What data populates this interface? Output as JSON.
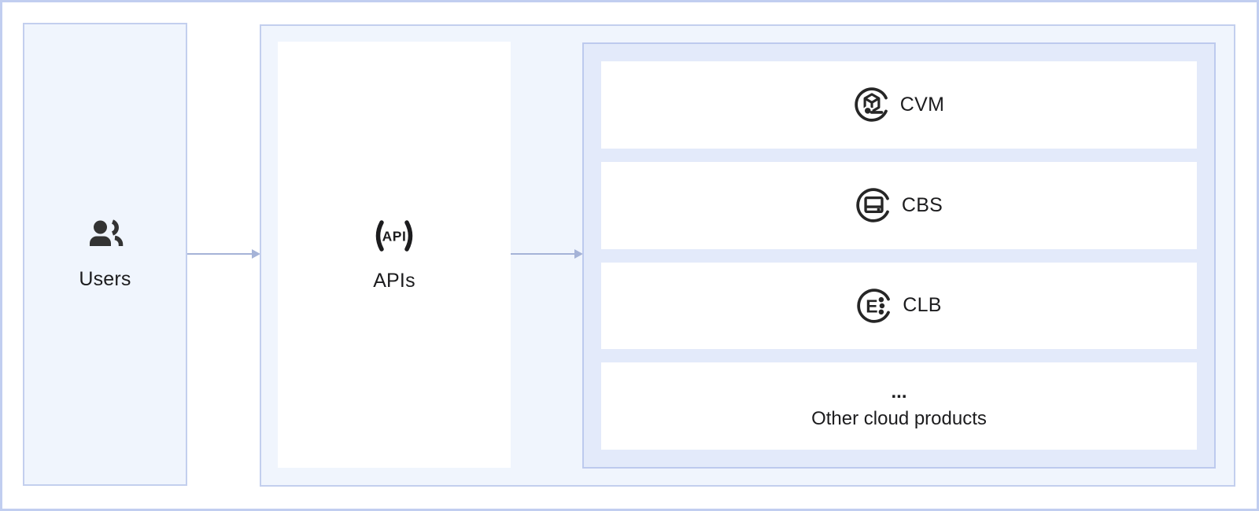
{
  "diagram": {
    "users_box": {
      "label": "Users",
      "icon": "users-icon"
    },
    "apis_box": {
      "label": "APIs",
      "icon": "api-icon",
      "icon_text": "API"
    },
    "products_panel": {
      "rows": [
        {
          "label": "CVM",
          "icon": "cvm-icon"
        },
        {
          "label": "CBS",
          "icon": "cbs-icon"
        },
        {
          "label": "CLB",
          "icon": "clb-icon"
        },
        {
          "ellipsis": "...",
          "label": "Other cloud products",
          "icon": "none"
        }
      ]
    },
    "arrows": [
      {
        "name": "users-to-apis",
        "direction": "right"
      },
      {
        "name": "apis-to-products",
        "direction": "right"
      }
    ],
    "colors": {
      "page_border": "#c1cef0",
      "box_fill": "#f0f5fd",
      "box_border": "#c3cfee",
      "panel_fill": "#e3eafa",
      "panel_border": "#bdcaee",
      "row_fill": "#ffffff",
      "arrow": "#a5b3d7",
      "icon": "#262626",
      "text": "#1c1c1e"
    }
  }
}
